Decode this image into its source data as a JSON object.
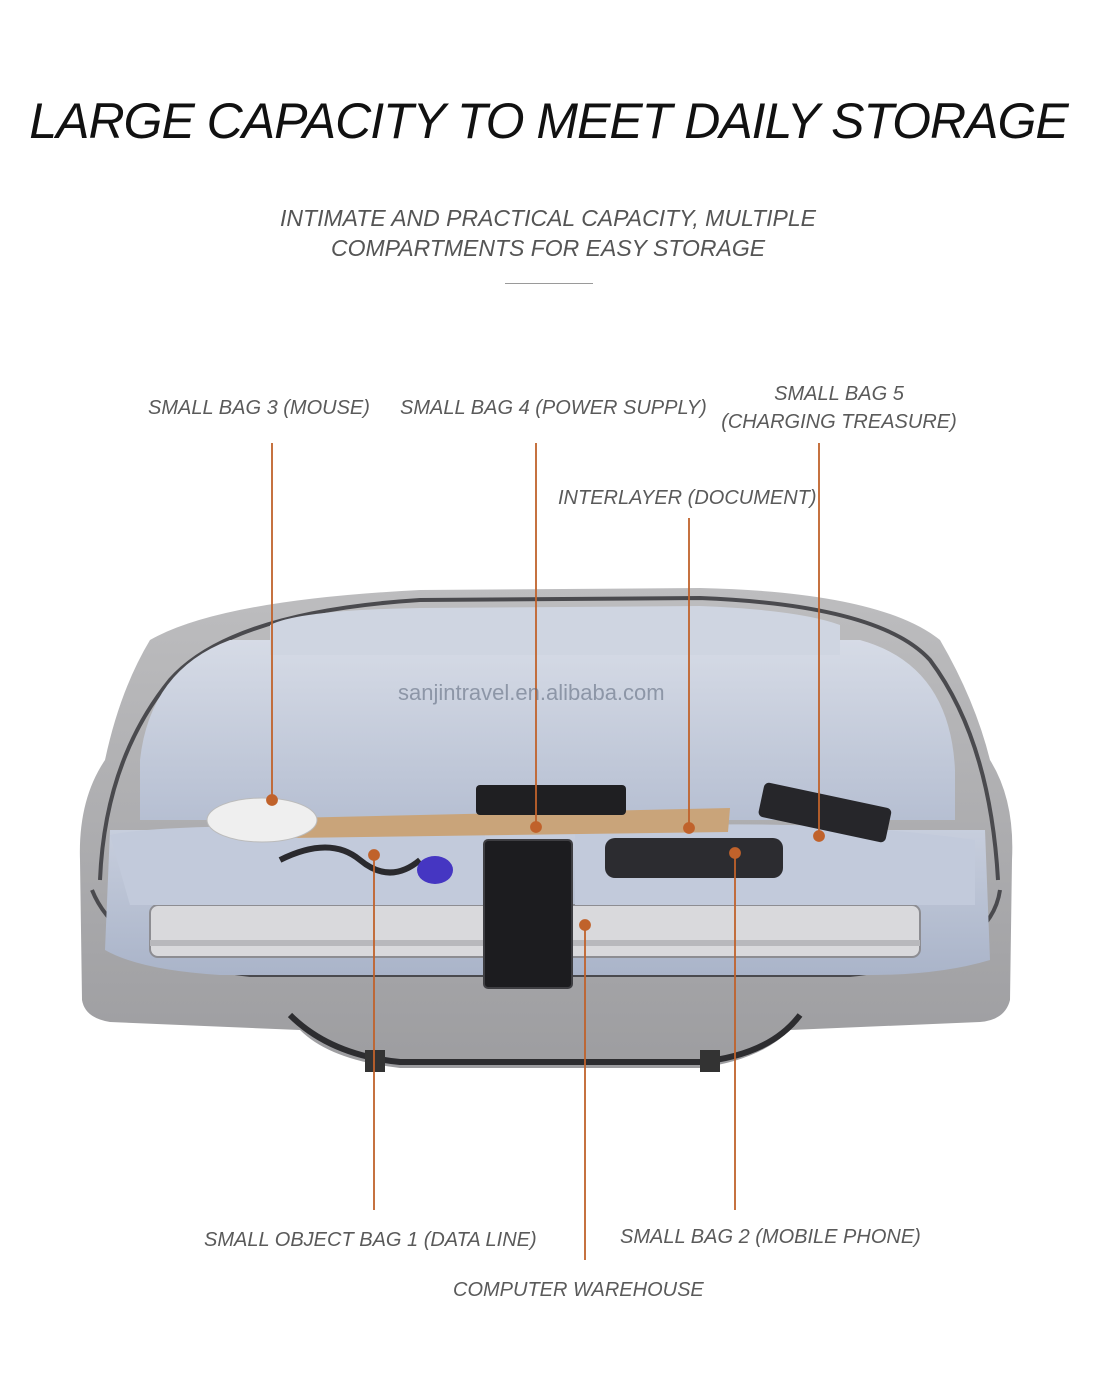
{
  "headline": "LARGE CAPACITY TO MEET DAILY STORAGE",
  "subtitle": {
    "line1": "INTIMATE AND PRACTICAL CAPACITY, MULTIPLE",
    "line2": "COMPARTMENTS FOR EASY STORAGE"
  },
  "watermark": "sanjintravel.en.alibaba.com",
  "callouts": {
    "small_bag_3": "SMALL BAG 3 (MOUSE)",
    "small_bag_4": "SMALL BAG 4 (POWER SUPPLY)",
    "small_bag_5_line1": "SMALL BAG 5",
    "small_bag_5_line2": "(CHARGING TREASURE)",
    "interlayer": "INTERLAYER (DOCUMENT)",
    "small_object_bag_1": "SMALL OBJECT BAG 1 (DATA LINE)",
    "small_bag_2": "SMALL BAG 2 (MOBILE PHONE)",
    "computer_warehouse": "COMPUTER WAREHOUSE"
  },
  "colors": {
    "leader_line": "#c0622b",
    "bag_fabric": "#a9a9ab",
    "lining": "#b9c3d6"
  }
}
